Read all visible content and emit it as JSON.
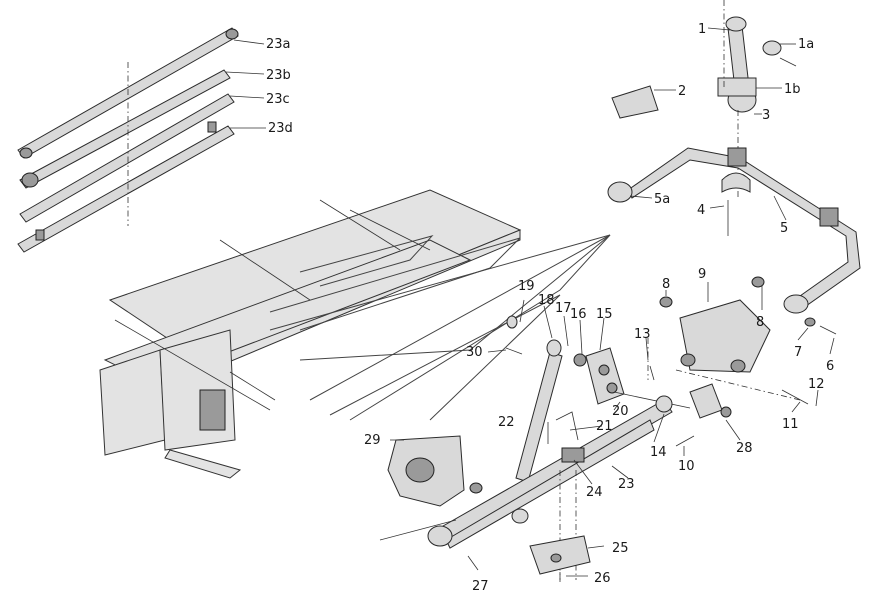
{
  "labels": {
    "l1": "1",
    "l1a": "1a",
    "l1b": "1b",
    "l2": "2",
    "l3": "3",
    "l4": "4",
    "l5": "5",
    "l5a": "5a",
    "l6": "6",
    "l7": "7",
    "l8a": "8",
    "l8b": "8",
    "l9": "9",
    "l10": "10",
    "l11": "11",
    "l12": "12",
    "l13": "13",
    "l14": "14",
    "l15": "15",
    "l16": "16",
    "l17": "17",
    "l18": "18",
    "l19": "19",
    "l20": "20",
    "l21": "21",
    "l22": "22",
    "l23": "23",
    "l23a": "23a",
    "l23b": "23b",
    "l23c": "23c",
    "l23d": "23d",
    "l24": "24",
    "l25": "25",
    "l26": "26",
    "l27": "27",
    "l28": "28",
    "l29": "29",
    "l30": "30"
  },
  "colors": {
    "background": "#ffffff",
    "line": "#2b2b2b",
    "part_fill": "#d9d9d9"
  }
}
